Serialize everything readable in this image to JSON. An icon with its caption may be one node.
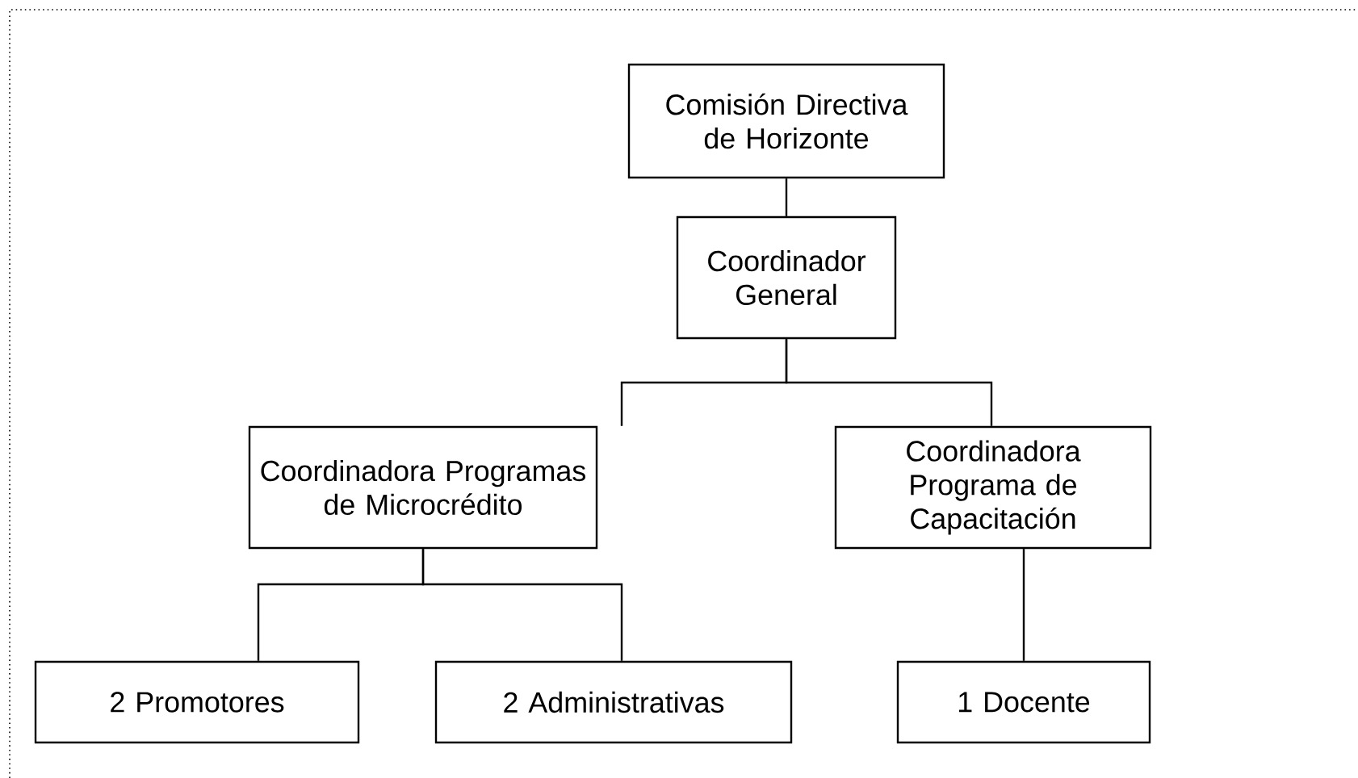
{
  "diagram": {
    "nodes": [
      {
        "text": [
          "Comisión Directiva de Horizonte"
        ]
      },
      {
        "text": [
          "Coordinador General"
        ]
      },
      {
        "text": [
          "Coordinadora Programas de Microcrédito"
        ]
      },
      {
        "text": [
          "Coordinadora Programa de Capacitación"
        ]
      },
      {
        "text": [
          "2 Promotores"
        ]
      },
      {
        "text": [
          "2 Administrativas"
        ]
      },
      {
        "text": [
          "1 Docente"
        ]
      }
    ],
    "edges": [
      {
        "from": 0,
        "to": 1,
        "arrow": "none"
      },
      {
        "from": 1,
        "to": 2,
        "arrow": "none"
      },
      {
        "from": 1,
        "to": 3,
        "arrow": "none"
      },
      {
        "from": 2,
        "to": 4,
        "arrow": "none"
      },
      {
        "from": 2,
        "to": 5,
        "arrow": "none"
      },
      {
        "from": 3,
        "to": 6,
        "arrow": "none"
      }
    ]
  }
}
